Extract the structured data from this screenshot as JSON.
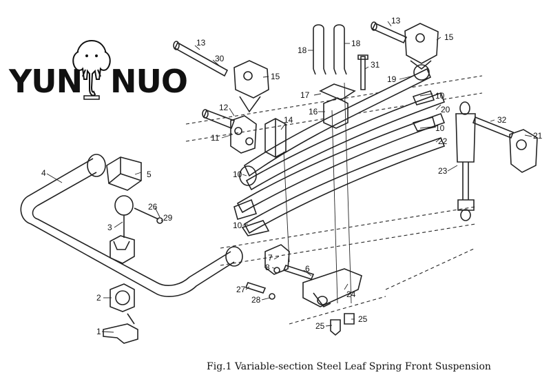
{
  "logo": {
    "brand_left": "YUN",
    "brand_right": "NUO",
    "emblem": "elephant-icon",
    "color": "#111111"
  },
  "caption": "Fig.1 Variable-section Steel Leaf Spring Front Suspension",
  "callouts": {
    "p1": "1",
    "p2": "2",
    "p3": "3",
    "p4": "4",
    "p5": "5",
    "p6": "6",
    "p7": "7",
    "p8": "8",
    "p10a": "10",
    "p10b": "10",
    "p10c": "10",
    "p10d": "10",
    "p11": "11",
    "p12": "12",
    "p13a": "13",
    "p13b": "13",
    "p14": "14",
    "p15a": "15",
    "p15b": "15",
    "p16": "16",
    "p17": "17",
    "p18a": "18",
    "p18b": "18",
    "p19": "19",
    "p20": "20",
    "p21": "21",
    "p22": "22",
    "p23": "23",
    "p24": "24",
    "p25a": "25",
    "p25b": "25",
    "p26": "26",
    "p27": "27",
    "p28": "28",
    "p29": "29",
    "p30": "30",
    "p31": "31",
    "p32": "32"
  }
}
